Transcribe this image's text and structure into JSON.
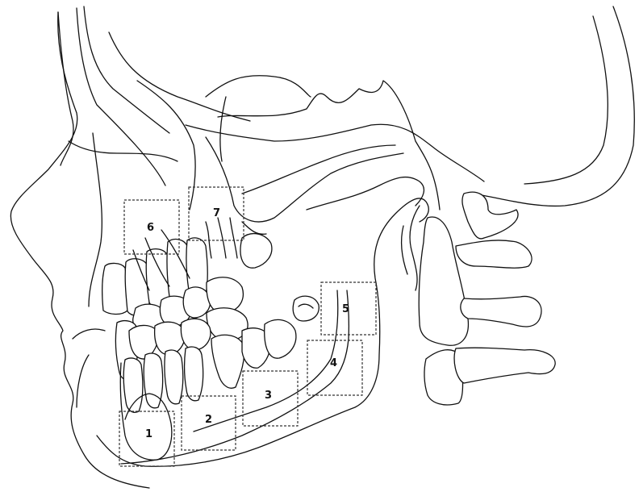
{
  "diagram": {
    "regions": [
      {
        "id": 1,
        "label": "1"
      },
      {
        "id": 2,
        "label": "2"
      },
      {
        "id": 3,
        "label": "3"
      },
      {
        "id": 4,
        "label": "4"
      },
      {
        "id": 5,
        "label": "5"
      },
      {
        "id": 6,
        "label": "6"
      },
      {
        "id": 7,
        "label": "7"
      }
    ]
  }
}
